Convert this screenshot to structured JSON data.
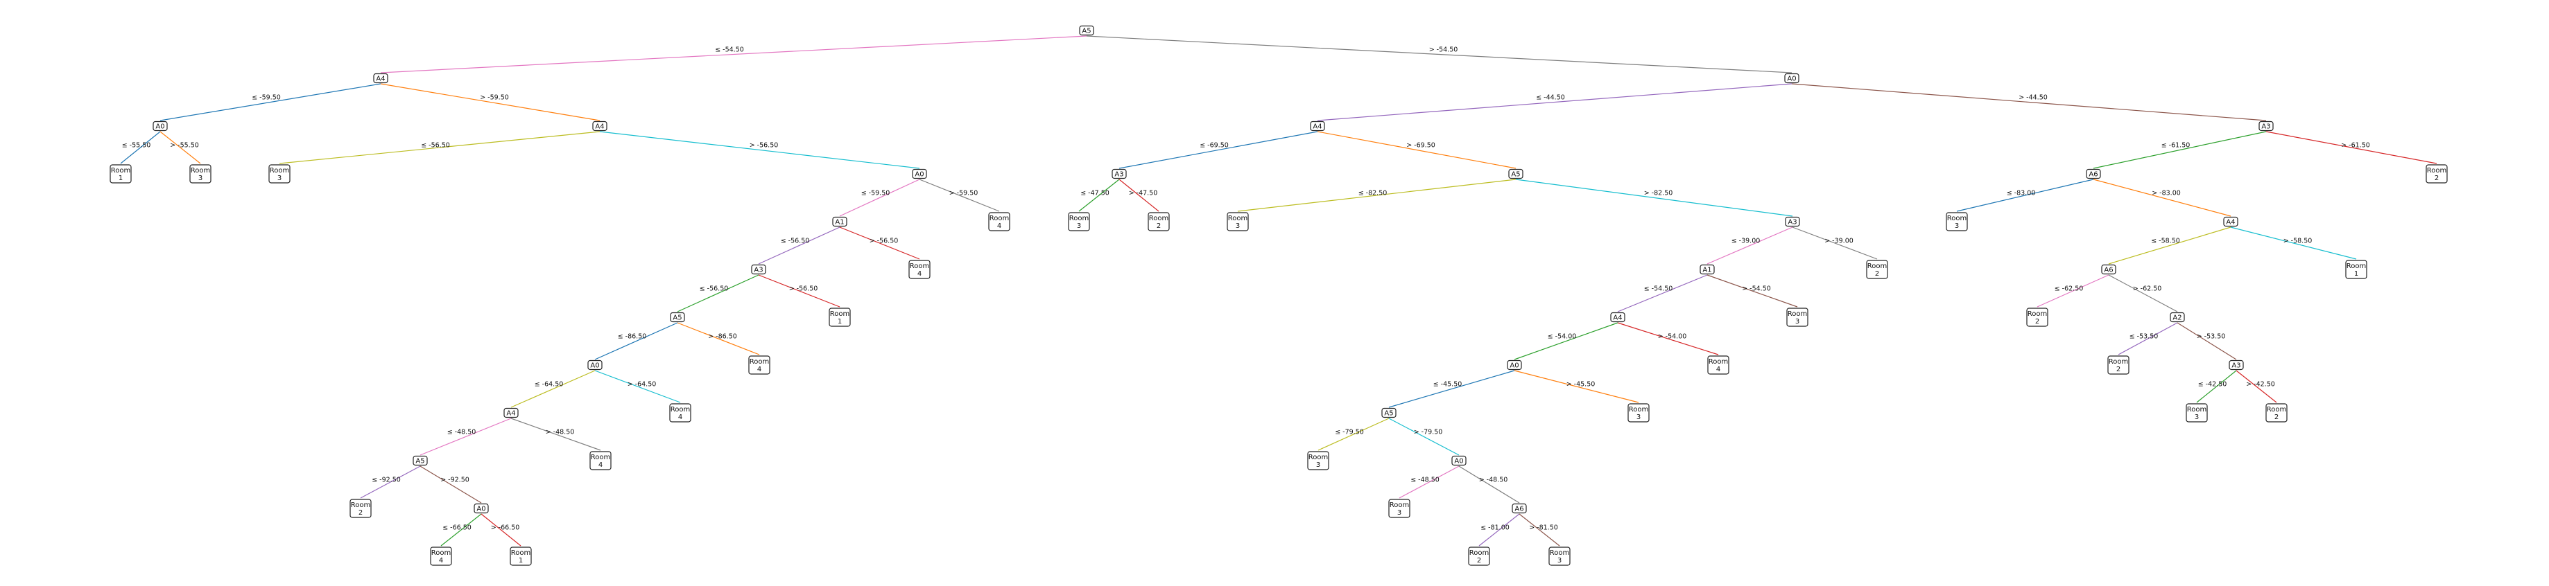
{
  "colors": [
    "#1f77b4",
    "#ff7f0e",
    "#2ca02c",
    "#d62728",
    "#9467bd",
    "#8c564b",
    "#e377c2",
    "#7f7f7f",
    "#bcbd22",
    "#17becf"
  ],
  "tree": {
    "id": "n1",
    "label": "A5",
    "children": [
      {
        "edge": "≤ -54.50",
        "edge_color": "#e377c2",
        "id": "n2",
        "label": "A4",
        "children": [
          {
            "edge": "≤ -59.50",
            "edge_color": "#1f77b4",
            "id": "n3",
            "label": "A0",
            "children": [
              {
                "edge": "≤ -55.50",
                "edge_color": "#1f77b4",
                "id": "n4",
                "label": "Room\n1"
              },
              {
                "edge": "> -55.50",
                "edge_color": "#ff7f0e",
                "id": "n5",
                "label": "Room\n3"
              }
            ]
          },
          {
            "edge": "> -59.50",
            "edge_color": "#ff7f0e",
            "id": "n6",
            "label": "A4",
            "children": [
              {
                "edge": "≤ -56.50",
                "edge_color": "#bcbd22",
                "id": "n7",
                "label": "Room\n3"
              },
              {
                "edge": "> -56.50",
                "edge_color": "#17becf",
                "id": "n8",
                "label": "A0",
                "children": [
                  {
                    "edge": "≤ -59.50",
                    "edge_color": "#e377c2",
                    "id": "n9",
                    "label": "A1",
                    "children": [
                      {
                        "edge": "≤ -56.50",
                        "edge_color": "#9467bd",
                        "id": "n10",
                        "label": "A3",
                        "children": [
                          {
                            "edge": "≤ -56.50",
                            "edge_color": "#2ca02c",
                            "id": "n11",
                            "label": "A5",
                            "children": [
                              {
                                "edge": "≤ -86.50",
                                "edge_color": "#1f77b4",
                                "id": "n12",
                                "label": "A0",
                                "children": [
                                  {
                                    "edge": "≤ -64.50",
                                    "edge_color": "#bcbd22",
                                    "id": "n13",
                                    "label": "A4",
                                    "children": [
                                      {
                                        "edge": "≤ -48.50",
                                        "edge_color": "#e377c2",
                                        "id": "n14",
                                        "label": "A5",
                                        "children": [
                                          {
                                            "edge": "≤ -92.50",
                                            "edge_color": "#9467bd",
                                            "id": "n15",
                                            "label": "Room\n2"
                                          },
                                          {
                                            "edge": "> -92.50",
                                            "edge_color": "#8c564b",
                                            "id": "n16",
                                            "label": "A0",
                                            "children": [
                                              {
                                                "edge": "≤ -66.50",
                                                "edge_color": "#2ca02c",
                                                "id": "n17",
                                                "label": "Room\n4"
                                              },
                                              {
                                                "edge": "> -66.50",
                                                "edge_color": "#d62728",
                                                "id": "n18",
                                                "label": "Room\n1"
                                              }
                                            ]
                                          }
                                        ]
                                      },
                                      {
                                        "edge": "> -48.50",
                                        "edge_color": "#7f7f7f",
                                        "id": "n19",
                                        "label": "Room\n4"
                                      }
                                    ]
                                  },
                                  {
                                    "edge": "> -64.50",
                                    "edge_color": "#17becf",
                                    "id": "n20",
                                    "label": "Room\n4"
                                  }
                                ]
                              },
                              {
                                "edge": "> -86.50",
                                "edge_color": "#ff7f0e",
                                "id": "n21",
                                "label": "Room\n4"
                              }
                            ]
                          },
                          {
                            "edge": "> -56.50",
                            "edge_color": "#d62728",
                            "id": "n22",
                            "label": "Room\n1"
                          }
                        ]
                      },
                      {
                        "edge": "> -56.50",
                        "edge_color": "#d62728",
                        "id": "n23",
                        "label": "Room\n4"
                      }
                    ]
                  },
                  {
                    "edge": "> -59.50",
                    "edge_color": "#7f7f7f",
                    "id": "n24",
                    "label": "Room\n4"
                  }
                ]
              }
            ]
          }
        ]
      },
      {
        "edge": "> -54.50",
        "edge_color": "#7f7f7f",
        "id": "n25",
        "label": "A0",
        "children": [
          {
            "edge": "≤ -44.50",
            "edge_color": "#9467bd",
            "id": "n26",
            "label": "A4",
            "children": [
              {
                "edge": "≤ -69.50",
                "edge_color": "#1f77b4",
                "id": "n27",
                "label": "A3",
                "children": [
                  {
                    "edge": "≤ -47.50",
                    "edge_color": "#2ca02c",
                    "id": "n28",
                    "label": "Room\n3"
                  },
                  {
                    "edge": "> -47.50",
                    "edge_color": "#d62728",
                    "id": "n29",
                    "label": "Room\n2"
                  }
                ]
              },
              {
                "edge": "> -69.50",
                "edge_color": "#ff7f0e",
                "id": "n30",
                "label": "A5",
                "children": [
                  {
                    "edge": "≤ -82.50",
                    "edge_color": "#bcbd22",
                    "id": "n31",
                    "label": "Room\n3"
                  },
                  {
                    "edge": "> -82.50",
                    "edge_color": "#17becf",
                    "id": "n32",
                    "label": "A3",
                    "children": [
                      {
                        "edge": "≤ -39.00",
                        "edge_color": "#e377c2",
                        "id": "n33",
                        "label": "A1",
                        "children": [
                          {
                            "edge": "≤ -54.50",
                            "edge_color": "#9467bd",
                            "id": "n34",
                            "label": "A4",
                            "children": [
                              {
                                "edge": "≤ -54.00",
                                "edge_color": "#2ca02c",
                                "id": "n35",
                                "label": "A0",
                                "children": [
                                  {
                                    "edge": "≤ -45.50",
                                    "edge_color": "#1f77b4",
                                    "id": "n36",
                                    "label": "A5",
                                    "children": [
                                      {
                                        "edge": "≤ -79.50",
                                        "edge_color": "#bcbd22",
                                        "id": "n37",
                                        "label": "Room\n3"
                                      },
                                      {
                                        "edge": "> -79.50",
                                        "edge_color": "#17becf",
                                        "id": "n38",
                                        "label": "A0",
                                        "children": [
                                          {
                                            "edge": "≤ -48.50",
                                            "edge_color": "#e377c2",
                                            "id": "n39",
                                            "label": "Room\n3"
                                          },
                                          {
                                            "edge": "> -48.50",
                                            "edge_color": "#7f7f7f",
                                            "id": "n40",
                                            "label": "A6",
                                            "children": [
                                              {
                                                "edge": "≤ -81.00",
                                                "edge_color": "#9467bd",
                                                "id": "n41",
                                                "label": "Room\n2"
                                              },
                                              {
                                                "edge": "> -81.50",
                                                "edge_color": "#8c564b",
                                                "id": "n42",
                                                "label": "Room\n3"
                                              }
                                            ]
                                          }
                                        ]
                                      }
                                    ]
                                  },
                                  {
                                    "edge": "> -45.50",
                                    "edge_color": "#ff7f0e",
                                    "id": "n43",
                                    "label": "Room\n3"
                                  }
                                ]
                              },
                              {
                                "edge": "> -54.00",
                                "edge_color": "#d62728",
                                "id": "n44",
                                "label": "Room\n4"
                              }
                            ]
                          },
                          {
                            "edge": "> -54.50",
                            "edge_color": "#8c564b",
                            "id": "n45",
                            "label": "Room\n3"
                          }
                        ]
                      },
                      {
                        "edge": "> -39.00",
                        "edge_color": "#7f7f7f",
                        "id": "n46",
                        "label": "Room\n2"
                      }
                    ]
                  }
                ]
              }
            ]
          },
          {
            "edge": "> -44.50",
            "edge_color": "#8c564b",
            "id": "n47",
            "label": "A3",
            "children": [
              {
                "edge": "≤ -61.50",
                "edge_color": "#2ca02c",
                "id": "n48",
                "label": "A6",
                "children": [
                  {
                    "edge": "≤ -83.00",
                    "edge_color": "#1f77b4",
                    "id": "n49",
                    "label": "Room\n3"
                  },
                  {
                    "edge": "> -83.00",
                    "edge_color": "#ff7f0e",
                    "id": "n50",
                    "label": "A4",
                    "children": [
                      {
                        "edge": "≤ -58.50",
                        "edge_color": "#bcbd22",
                        "id": "n51",
                        "label": "A6",
                        "children": [
                          {
                            "edge": "≤ -62.50",
                            "edge_color": "#e377c2",
                            "id": "n52",
                            "label": "Room\n2"
                          },
                          {
                            "edge": "> -62.50",
                            "edge_color": "#7f7f7f",
                            "id": "n53",
                            "label": "A2",
                            "children": [
                              {
                                "edge": "≤ -53.50",
                                "edge_color": "#9467bd",
                                "id": "n54",
                                "label": "Room\n2"
                              },
                              {
                                "edge": "> -53.50",
                                "edge_color": "#8c564b",
                                "id": "n55",
                                "label": "A3",
                                "children": [
                                  {
                                    "edge": "≤ -42.50",
                                    "edge_color": "#2ca02c",
                                    "id": "n56",
                                    "label": "Room\n3"
                                  },
                                  {
                                    "edge": "> -42.50",
                                    "edge_color": "#d62728",
                                    "id": "n57",
                                    "label": "Room\n2"
                                  }
                                ]
                              }
                            ]
                          }
                        ]
                      },
                      {
                        "edge": "> -58.50",
                        "edge_color": "#17becf",
                        "id": "n58",
                        "label": "Room\n1"
                      }
                    ]
                  }
                ]
              },
              {
                "edge": "> -61.50",
                "edge_color": "#d62728",
                "id": "n59",
                "label": "Room\n2"
              }
            ]
          }
        ]
      }
    ]
  }
}
